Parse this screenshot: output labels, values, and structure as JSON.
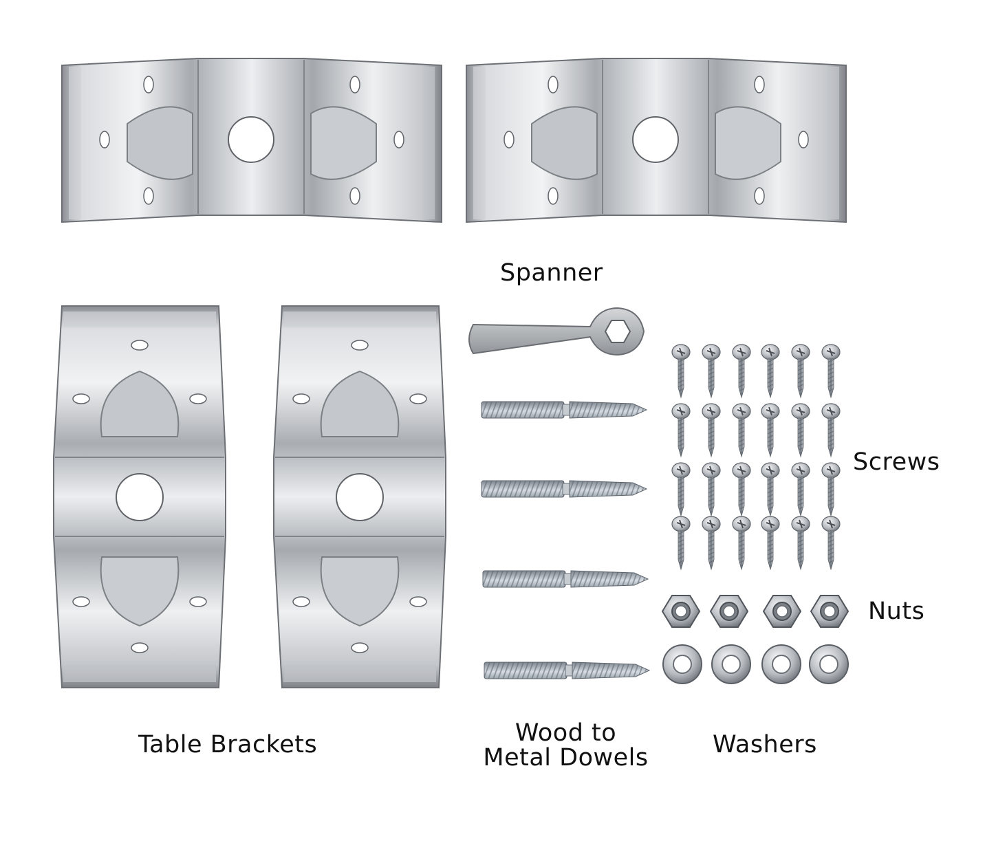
{
  "labels": {
    "spanner": "Spanner",
    "screws": "Screws",
    "nuts": "Nuts",
    "table_brackets": "Table Brackets",
    "dowels_line1": "Wood to",
    "dowels_line2": "Metal Dowels",
    "washers": "Washers"
  },
  "parts": {
    "horizontal_brackets": 2,
    "vertical_brackets": 2,
    "spanners": 1,
    "dowels": 4,
    "screws": 24,
    "nuts": 4,
    "washers": 4
  },
  "colors": {
    "metal_light": "#e4e6e8",
    "metal_mid": "#b9bcc0",
    "metal_dark": "#7e8287",
    "thread": "#9ea6b0",
    "text": "#111111"
  },
  "icons": {
    "bracket": "angled-metal-corner-bracket",
    "spanner": "hex-spanner-icon",
    "dowel": "hanger-bolt-icon",
    "screw": "pan-head-screw-icon",
    "nut": "hex-nut-icon",
    "washer": "flat-washer-icon"
  }
}
